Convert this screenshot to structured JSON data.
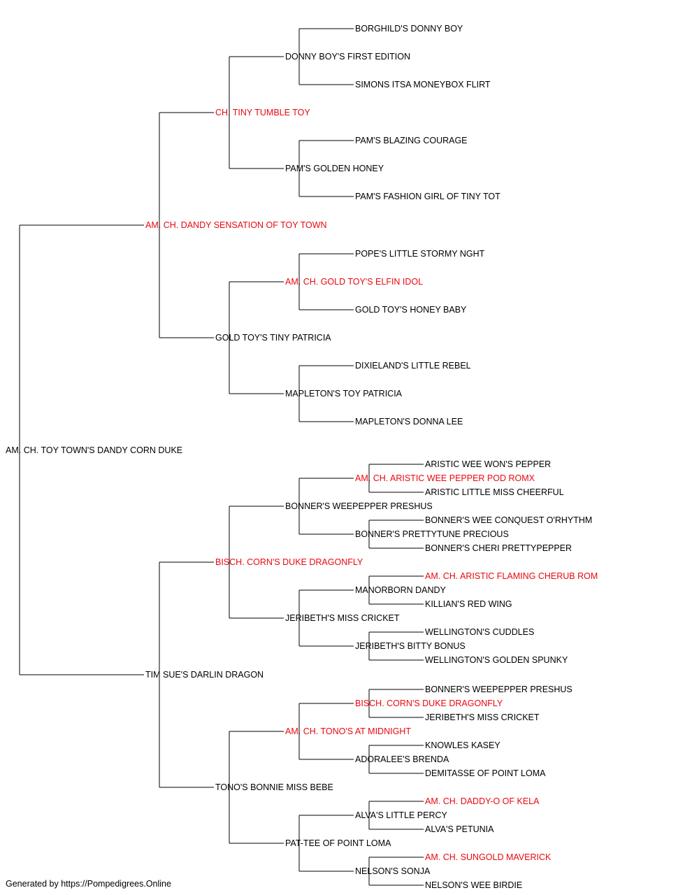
{
  "colors": {
    "champion": "#e8080f",
    "normal": "#000000",
    "line": "#000000"
  },
  "footer": "Generated by https://Pompedigrees.Online",
  "dog": {
    "name": "AM. CH. TOY TOWN'S DANDY CORN DUKE",
    "champion": false,
    "sire": {
      "name": "AM. CH. DANDY SENSATION OF TOY TOWN",
      "champion": true,
      "sire": {
        "name": "CH. TINY TUMBLE TOY",
        "champion": true,
        "sire": {
          "name": "DONNY BOY'S FIRST EDITION",
          "champion": false,
          "sire": {
            "name": "BORGHILD'S DONNY BOY",
            "champion": false
          },
          "dam": {
            "name": "SIMONS ITSA MONEYBOX FLIRT",
            "champion": false
          }
        },
        "dam": {
          "name": "PAM'S GOLDEN HONEY",
          "champion": false,
          "sire": {
            "name": "PAM'S BLAZING COURAGE",
            "champion": false
          },
          "dam": {
            "name": "PAM'S FASHION GIRL OF TINY TOT",
            "champion": false
          }
        }
      },
      "dam": {
        "name": "GOLD TOY'S TINY PATRICIA",
        "champion": false,
        "sire": {
          "name": "AM. CH. GOLD TOY'S ELFIN IDOL",
          "champion": true,
          "sire": {
            "name": "POPE'S LITTLE STORMY NGHT",
            "champion": false
          },
          "dam": {
            "name": "GOLD TOY'S HONEY BABY",
            "champion": false
          }
        },
        "dam": {
          "name": "MAPLETON'S TOY PATRICIA",
          "champion": false,
          "sire": {
            "name": "DIXIELAND'S LITTLE REBEL",
            "champion": false
          },
          "dam": {
            "name": "MAPLETON'S DONNA LEE",
            "champion": false
          }
        }
      }
    },
    "dam": {
      "name": "TIM SUE'S DARLIN DRAGON",
      "champion": false,
      "sire": {
        "name": "BISCH. CORN'S DUKE DRAGONFLY",
        "champion": true,
        "sire": {
          "name": "BONNER'S WEEPEPPER PRESHUS",
          "champion": false,
          "sire": {
            "name": "AM. CH. ARISTIC WEE PEPPER POD ROMX",
            "champion": true,
            "sire": {
              "name": "ARISTIC WEE WON'S PEPPER",
              "champion": false
            },
            "dam": {
              "name": "ARISTIC LITTLE MISS CHEERFUL",
              "champion": false
            }
          },
          "dam": {
            "name": "BONNER'S PRETTYTUNE PRECIOUS",
            "champion": false,
            "sire": {
              "name": "BONNER'S WEE CONQUEST O'RHYTHM",
              "champion": false
            },
            "dam": {
              "name": "BONNER'S CHERI PRETTYPEPPER",
              "champion": false
            }
          }
        },
        "dam": {
          "name": "JERIBETH'S MISS CRICKET",
          "champion": false,
          "sire": {
            "name": "MANORBORN DANDY",
            "champion": false,
            "sire": {
              "name": "AM. CH. ARISTIC FLAMING CHERUB ROM",
              "champion": true
            },
            "dam": {
              "name": "KILLIAN'S RED WING",
              "champion": false
            }
          },
          "dam": {
            "name": "JERIBETH'S BITTY BONUS",
            "champion": false,
            "sire": {
              "name": "WELLINGTON'S CUDDLES",
              "champion": false
            },
            "dam": {
              "name": "WELLINGTON'S GOLDEN SPUNKY",
              "champion": false
            }
          }
        }
      },
      "dam": {
        "name": "TONO'S BONNIE MISS BEBE",
        "champion": false,
        "sire": {
          "name": "AM. CH. TONO'S AT MIDNIGHT",
          "champion": true,
          "sire": {
            "name": "BISCH. CORN'S DUKE DRAGONFLY",
            "champion": true,
            "sire": {
              "name": "BONNER'S WEEPEPPER PRESHUS",
              "champion": false
            },
            "dam": {
              "name": "JERIBETH'S MISS CRICKET",
              "champion": false
            }
          },
          "dam": {
            "name": "ADORALEE'S BRENDA",
            "champion": false,
            "sire": {
              "name": "KNOWLES KASEY",
              "champion": false
            },
            "dam": {
              "name": "DEMITASSE OF POINT LOMA",
              "champion": false
            }
          }
        },
        "dam": {
          "name": "PAT-TEE OF POINT LOMA",
          "champion": false,
          "sire": {
            "name": "ALVA'S LITTLE PERCY",
            "champion": false,
            "sire": {
              "name": "AM. CH. DADDY-O OF KELA",
              "champion": true
            },
            "dam": {
              "name": "ALVA'S PETUNIA",
              "champion": false
            }
          },
          "dam": {
            "name": "NELSON'S SONJA",
            "champion": false,
            "sire": {
              "name": "AM. CH. SUNGOLD MAVERICK",
              "champion": true
            },
            "dam": {
              "name": "NELSON'S WEE BIRDIE",
              "champion": false
            }
          }
        }
      }
    }
  }
}
